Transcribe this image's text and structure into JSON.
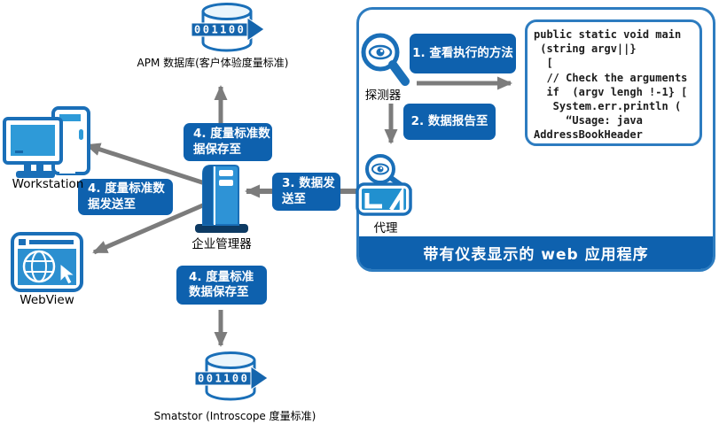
{
  "colors": {
    "accent_blue": "#0e61ae",
    "icon_stroke_blue": "#1a6fb8",
    "icon_fill_blue": "#2e9ad8",
    "arrow_gray": "#7c7c7c",
    "panel_border_blue": "#2d7cc0"
  },
  "nodes": {
    "apm_db_label": "APM 数据库(客户体验度量标准)",
    "workstation_label": "Workstation",
    "webview_label": "WebView",
    "enterprise_manager_label": "企业管理器",
    "probe_label": "探测器",
    "agent_label": "代理",
    "smatstor_db_label": "Smatstor (Introscope 度量标准)",
    "db_binary": "001100"
  },
  "steps": {
    "view_methods": "1. 查看执行的方法",
    "report_data_to": "2. 数据报告至",
    "send_data_to": [
      "3. 数据发",
      "送至"
    ],
    "metrics_save_top": [
      "4. 度量标准数",
      "据保存至"
    ],
    "metrics_send_left": [
      "4. 度量标准数",
      "据发送至"
    ],
    "metrics_save_bottom": [
      "4. 度量标准",
      "数据保存至"
    ]
  },
  "web_app_panel": {
    "banner": "带有仪表显示的 web 应用程序",
    "code_lines": [
      "public static void main",
      " (string argv||}",
      "  [",
      "  // Check the arguments",
      "  if  (argv lengh !-1} [",
      "   System.err.println (",
      "     “Usage: java",
      "AddressBookHeader"
    ]
  }
}
